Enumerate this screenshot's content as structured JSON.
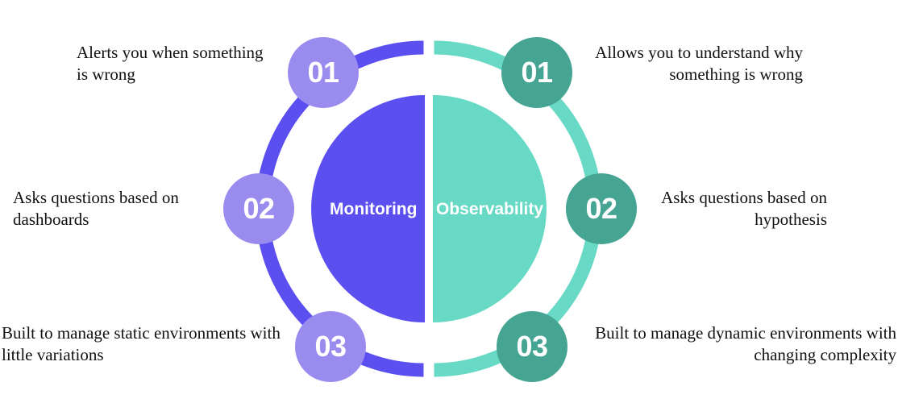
{
  "diagram": {
    "title": "Monitoring vs Observability comparison diagram",
    "colors": {
      "monitoring_ring": "#5b4ff0",
      "monitoring_core": "#5b4ff0",
      "monitoring_badge": "#9a8cef",
      "observability_ring": "#68d9c4",
      "observability_core": "#68d9c4",
      "observability_badge": "#45a492",
      "text": "#111111",
      "badge_text": "#ffffff",
      "background": "#ffffff"
    },
    "left": {
      "core_label": "Monitoring",
      "items": [
        {
          "number": "01",
          "text": "Alerts you when something is wrong"
        },
        {
          "number": "02",
          "text": "Asks questions based on dashboards"
        },
        {
          "number": "03",
          "text": "Built to manage static environments with little variations"
        }
      ]
    },
    "right": {
      "core_label": "Observability",
      "items": [
        {
          "number": "01",
          "text": "Allows you to understand why something is wrong"
        },
        {
          "number": "02",
          "text": "Asks questions based on hypothesis"
        },
        {
          "number": "03",
          "text": "Built to manage dynamic environments with changing complexity"
        }
      ]
    }
  }
}
